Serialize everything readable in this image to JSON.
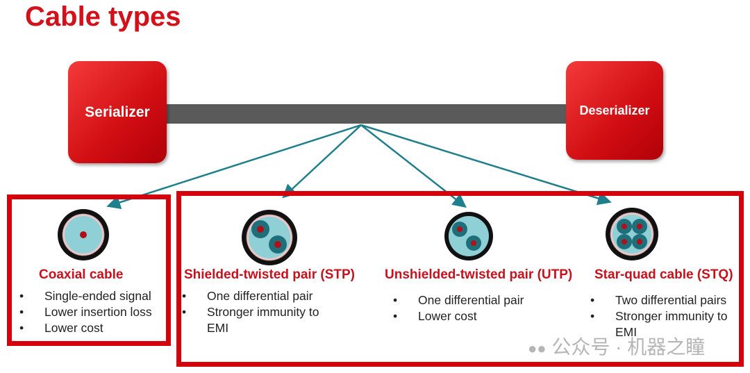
{
  "title": "Cable types",
  "serializer": "Serializer",
  "deserializer": "Deserializer",
  "cables": [
    {
      "name": "Coaxial cable",
      "bullets": [
        "Single-ended signal",
        "Lower insertion loss",
        "Lower cost"
      ]
    },
    {
      "name": "Shielded-twisted pair (STP)",
      "bullets": [
        "One differential pair",
        "Stronger immunity to EMI"
      ]
    },
    {
      "name": "Unshielded-twisted pair (UTP)",
      "bullets": [
        "One differential pair",
        "Lower cost"
      ]
    },
    {
      "name": "Star-quad cable (STQ)",
      "bullets": [
        "Two differential pairs",
        "Stronger immunity to EMI"
      ]
    }
  ],
  "watermark": "公众号 · 机器之瞳",
  "colors": {
    "accent": "#d2111b",
    "arrow": "#1f7f8c",
    "cable_fill": "#8fcfd6",
    "conductor": "#1e6f7a"
  }
}
